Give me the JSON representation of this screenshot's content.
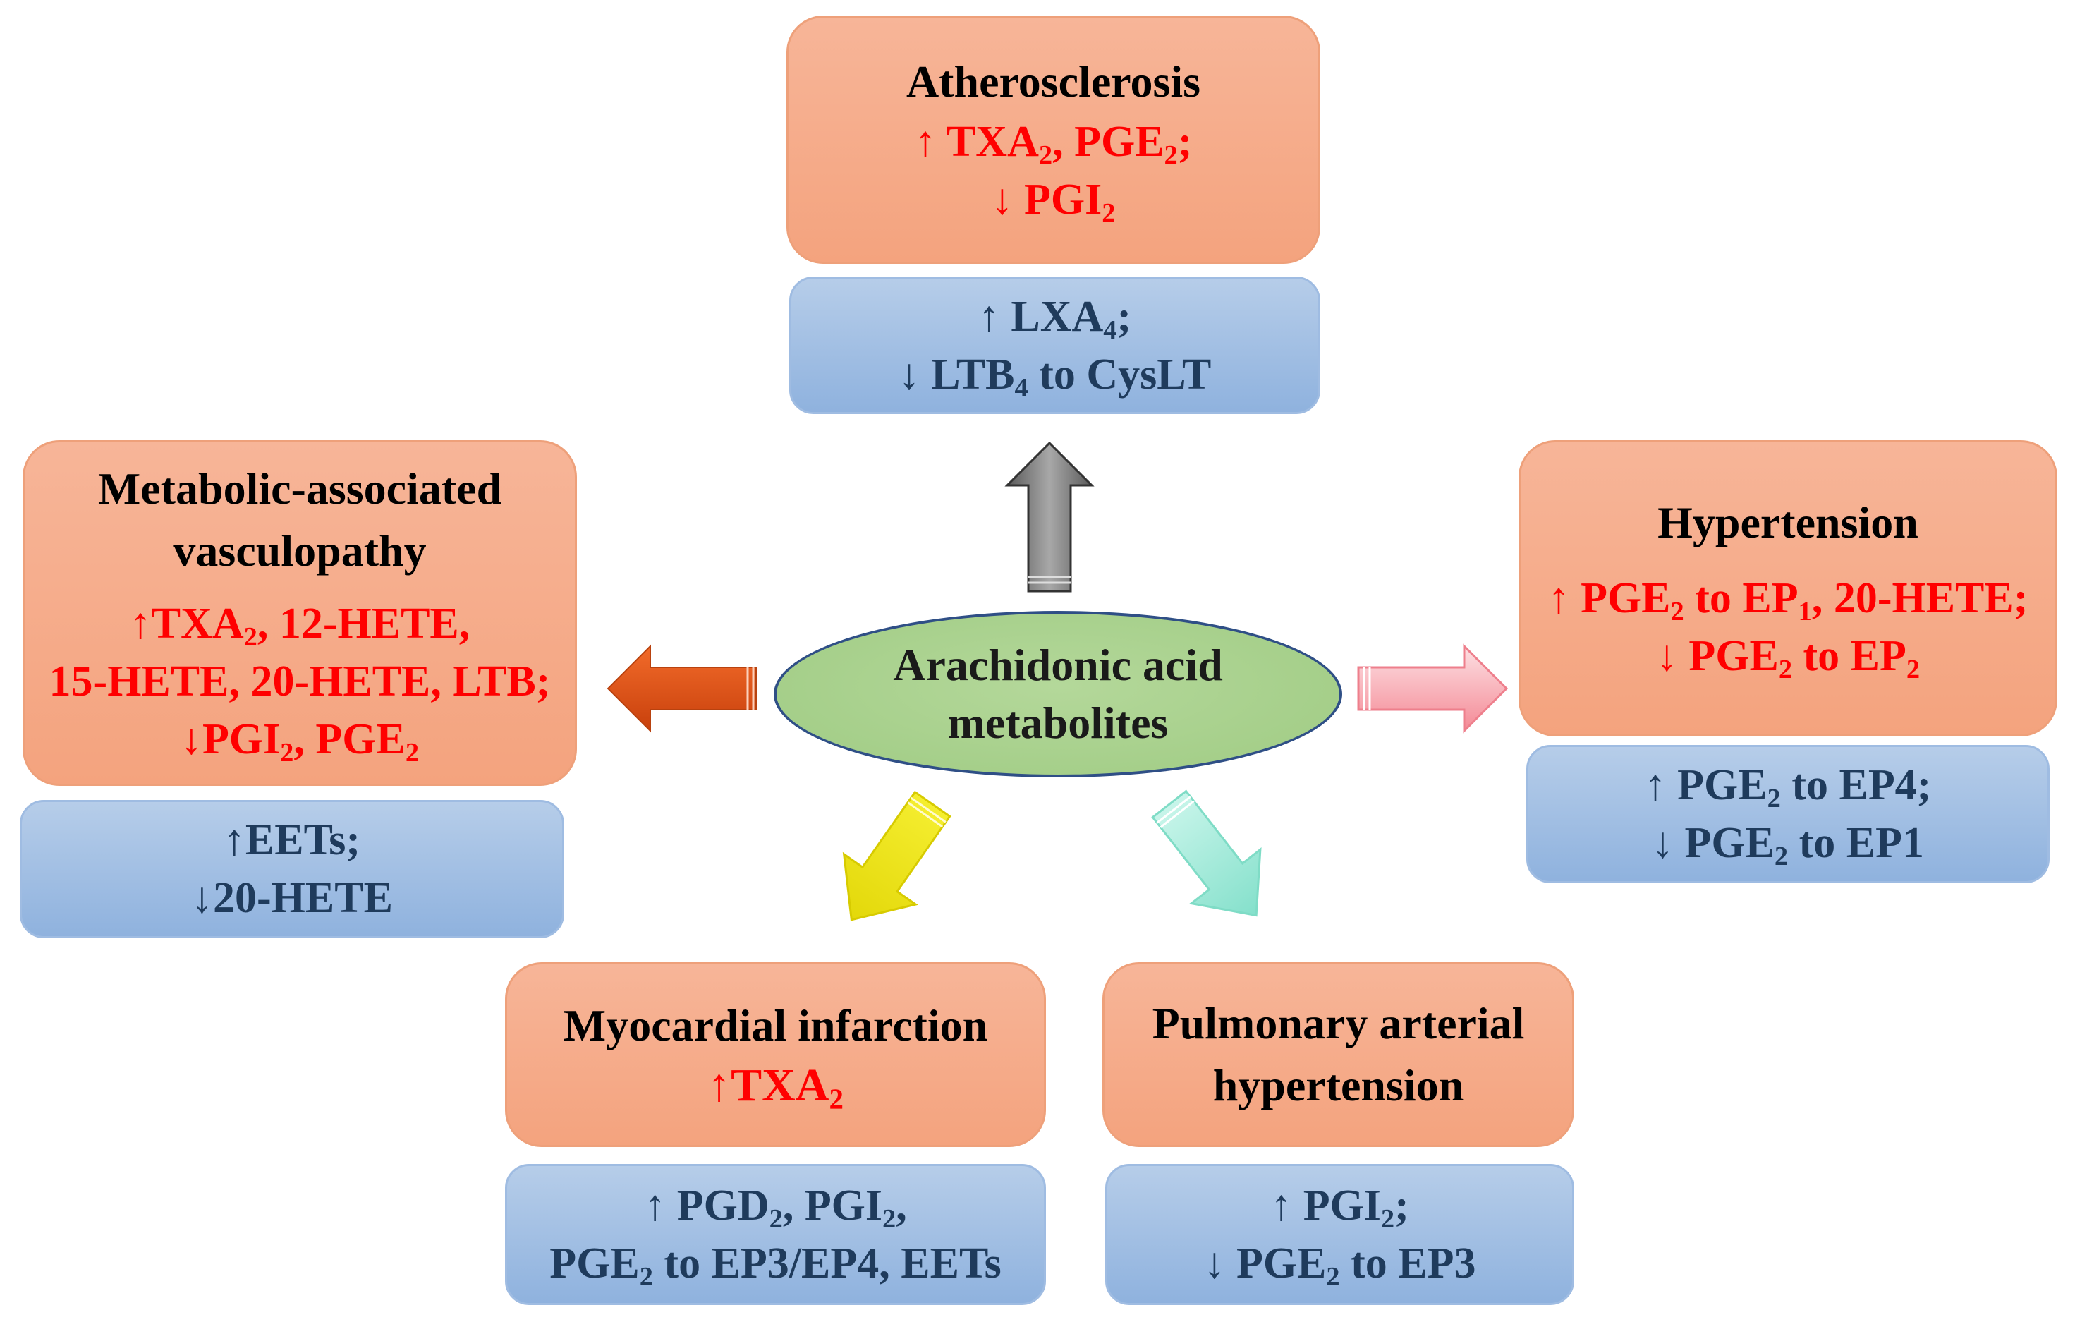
{
  "center": {
    "line1": "Arachidonic acid",
    "line2": "metabolites"
  },
  "atherosclerosis": {
    "title": "Atherosclerosis",
    "up_line1": [
      "↑ TXA",
      "2",
      ", PGE",
      "2",
      ";"
    ],
    "up_line2": [
      "↓ PGI",
      "2"
    ],
    "marker_line1": [
      "↑ LXA",
      "4",
      ";"
    ],
    "marker_line2": [
      "↓ LTB",
      "4",
      " to CysLT"
    ]
  },
  "metabolic": {
    "title_line1": "Metabolic-associated",
    "title_line2": "vasculopathy",
    "up_line1": [
      "↑TXA",
      "2",
      ", 12-HETE,"
    ],
    "up_line2": "15-HETE, 20-HETE, LTB;",
    "up_line3": [
      "↓PGI",
      "2",
      ", PGE",
      "2"
    ],
    "marker_line1": "↑EETs;",
    "marker_line2": "↓20-HETE"
  },
  "hypertension": {
    "title": "Hypertension",
    "up_line1": [
      "↑ PGE",
      "2",
      " to EP",
      "1",
      ", 20-HETE;"
    ],
    "up_line2": [
      "↓ PGE",
      "2",
      " to EP",
      "2"
    ],
    "marker_line1": [
      "↑ PGE",
      "2",
      " to EP4;"
    ],
    "marker_line2": [
      "↓ PGE",
      "2",
      " to EP1"
    ]
  },
  "myocardial": {
    "title": "Myocardial infarction",
    "up_line1": [
      "↑TXA",
      "2"
    ],
    "marker_line1": [
      "↑ PGD",
      "2",
      ", PGI",
      "2",
      ","
    ],
    "marker_line2": [
      "PGE",
      "2",
      " to EP3/EP4, EETs"
    ]
  },
  "pulmonary": {
    "title_line1": "Pulmonary arterial",
    "title_line2": "hypertension",
    "marker_line1": [
      "↑ PGI",
      "2",
      ";"
    ],
    "marker_line2": [
      "↓ PGE",
      "2",
      " to EP3"
    ]
  },
  "colors": {
    "disease_fill": "#f4a37e",
    "marker_fill": "#9fbce2",
    "up_text": "#ff0000",
    "marker_text": "#1f3b5c",
    "center_fill": "#9fcb83",
    "center_border": "#2f4f86",
    "arrow_up": "#7a7a7a",
    "arrow_left": "#e5531a",
    "arrow_right": "#f6a0aa",
    "arrow_down_left": "#f3ec2a",
    "arrow_down_right": "#9ee8d8"
  }
}
